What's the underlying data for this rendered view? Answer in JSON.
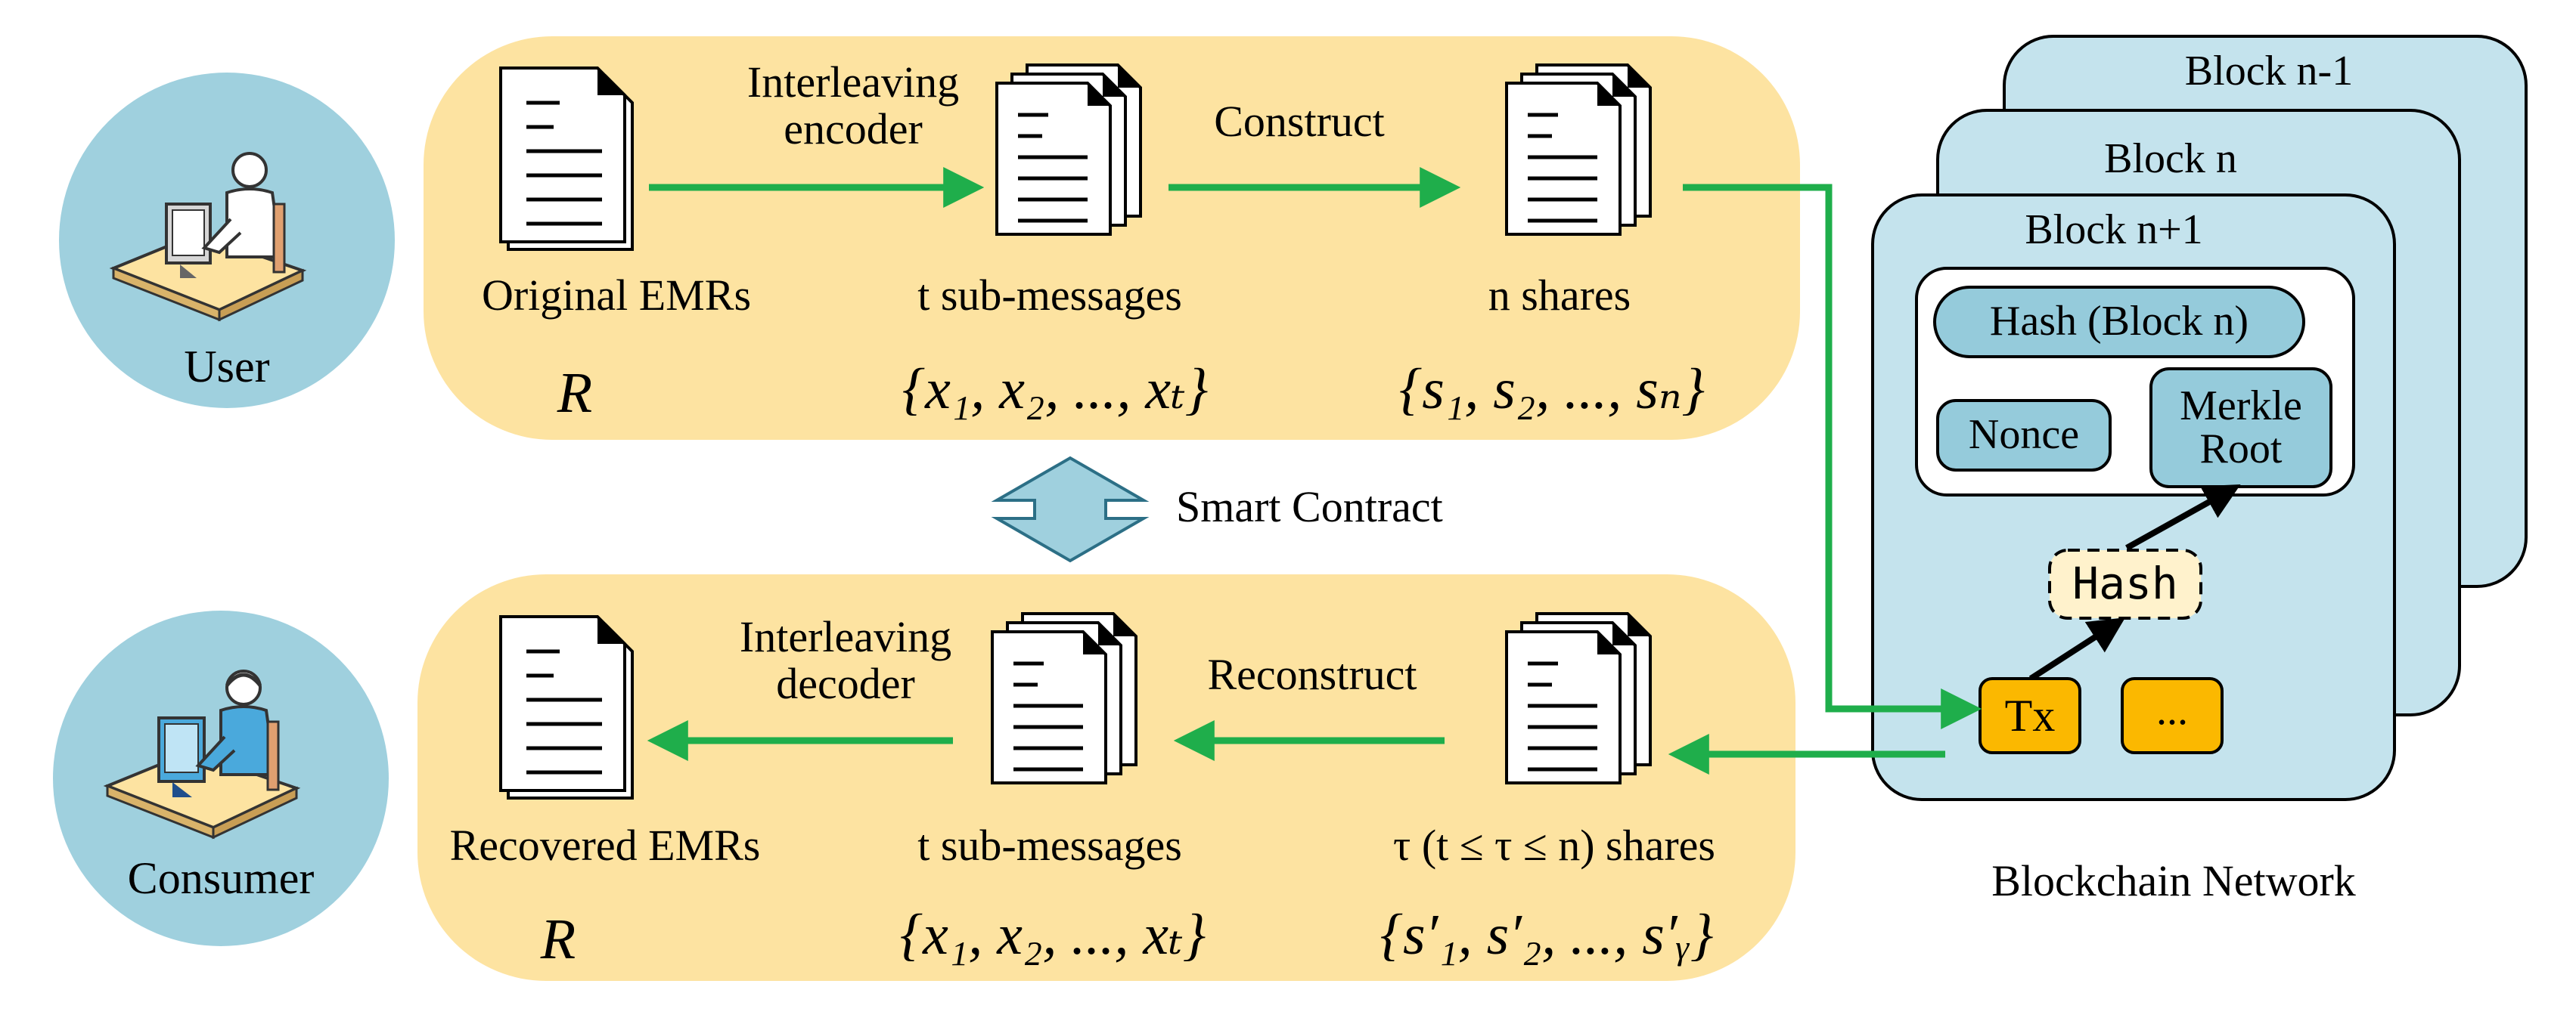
{
  "roles": {
    "user": "User",
    "consumer": "Consumer"
  },
  "upper": {
    "doc1_label": "Original EMRs",
    "doc1_symbol": "R",
    "arrow1_label_line1": "Interleaving",
    "arrow1_label_line2": "encoder",
    "doc2_label": "t  sub-messages",
    "doc2_set": "{x₁, x₂, ..., xₜ}",
    "arrow2_label": "Construct",
    "doc3_label": "n  shares",
    "doc3_set": "{s₁, s₂, ..., sₙ}"
  },
  "middle": {
    "contract_label": "Smart Contract"
  },
  "lower": {
    "doc1_label": "Recovered EMRs",
    "doc1_symbol": "R",
    "arrow1_label_line1": "Interleaving",
    "arrow1_label_line2": "decoder",
    "doc2_label": "t  sub-messages",
    "doc2_set": "{x₁, x₂, ..., xₜ}",
    "arrow2_label": "Reconstruct",
    "doc3_label": "τ (t ≤ τ ≤ n) shares",
    "doc3_set": "{s′₁, s′₂, ..., s′ᵧ}"
  },
  "blockchain": {
    "block_back": "Block n-1",
    "block_mid": "Block n",
    "block_front": "Block n+1",
    "hash_prev": "Hash (Block n)",
    "nonce": "Nonce",
    "merkle_line1": "Merkle",
    "merkle_line2": "Root",
    "hash": "Hash",
    "tx": "Tx",
    "more": "...",
    "network_label": "Blockchain Network"
  },
  "colors": {
    "panel": "#fde3a1",
    "circle": "#9fd0de",
    "block": "#c4e3ed",
    "pill": "#95cbdb",
    "arrow_green": "#1fae4b",
    "tx": "#fbb800",
    "hash_box": "#fff2cc"
  }
}
